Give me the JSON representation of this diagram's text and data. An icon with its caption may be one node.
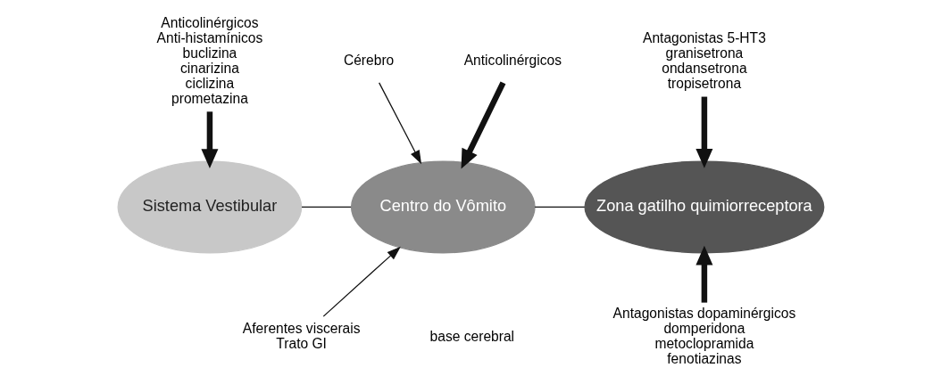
{
  "diagram": {
    "nodes": [
      {
        "text": [
          "Anticolinérgicos",
          "Anti-histamínicos",
          "buclizina",
          "cinarizina",
          "ciclizina",
          "prometazina"
        ]
      },
      {
        "text": [
          "Sistema Vestibular"
        ]
      },
      {
        "text": [
          "Cérebro"
        ]
      },
      {
        "text": [
          "Anticolinérgicos"
        ]
      },
      {
        "text": [
          "Centro do Vômito"
        ]
      },
      {
        "text": [
          "Antagonistas 5-HT3",
          "granisetrona",
          "ondansetrona",
          "tropisetrona"
        ]
      },
      {
        "text": [
          "Zona gatilho quimiorreceptora"
        ]
      },
      {
        "text": [
          "Antagonistas dopaminérgicos",
          "domperidona",
          "metoclopramida",
          "fenotiazinas"
        ]
      },
      {
        "text": [
          "Aferentes viscerais",
          "Trato GI"
        ]
      }
    ],
    "edges": [
      {
        "from": 0,
        "to": 1,
        "arrow": "to",
        "style": "thick"
      },
      {
        "from": 2,
        "to": 4,
        "arrow": "to"
      },
      {
        "from": 3,
        "to": 4,
        "arrow": "to",
        "style": "thick"
      },
      {
        "from": 5,
        "to": 6,
        "arrow": "to",
        "style": "thick"
      },
      {
        "from": 7,
        "to": 6,
        "arrow": "to",
        "style": "thick"
      },
      {
        "from": 8,
        "to": 4,
        "arrow": "to"
      },
      {
        "from": 1,
        "to": 4,
        "arrow": "none"
      },
      {
        "from": 4,
        "to": 6,
        "arrow": "none"
      }
    ],
    "labels": [
      "base cerebral"
    ]
  }
}
